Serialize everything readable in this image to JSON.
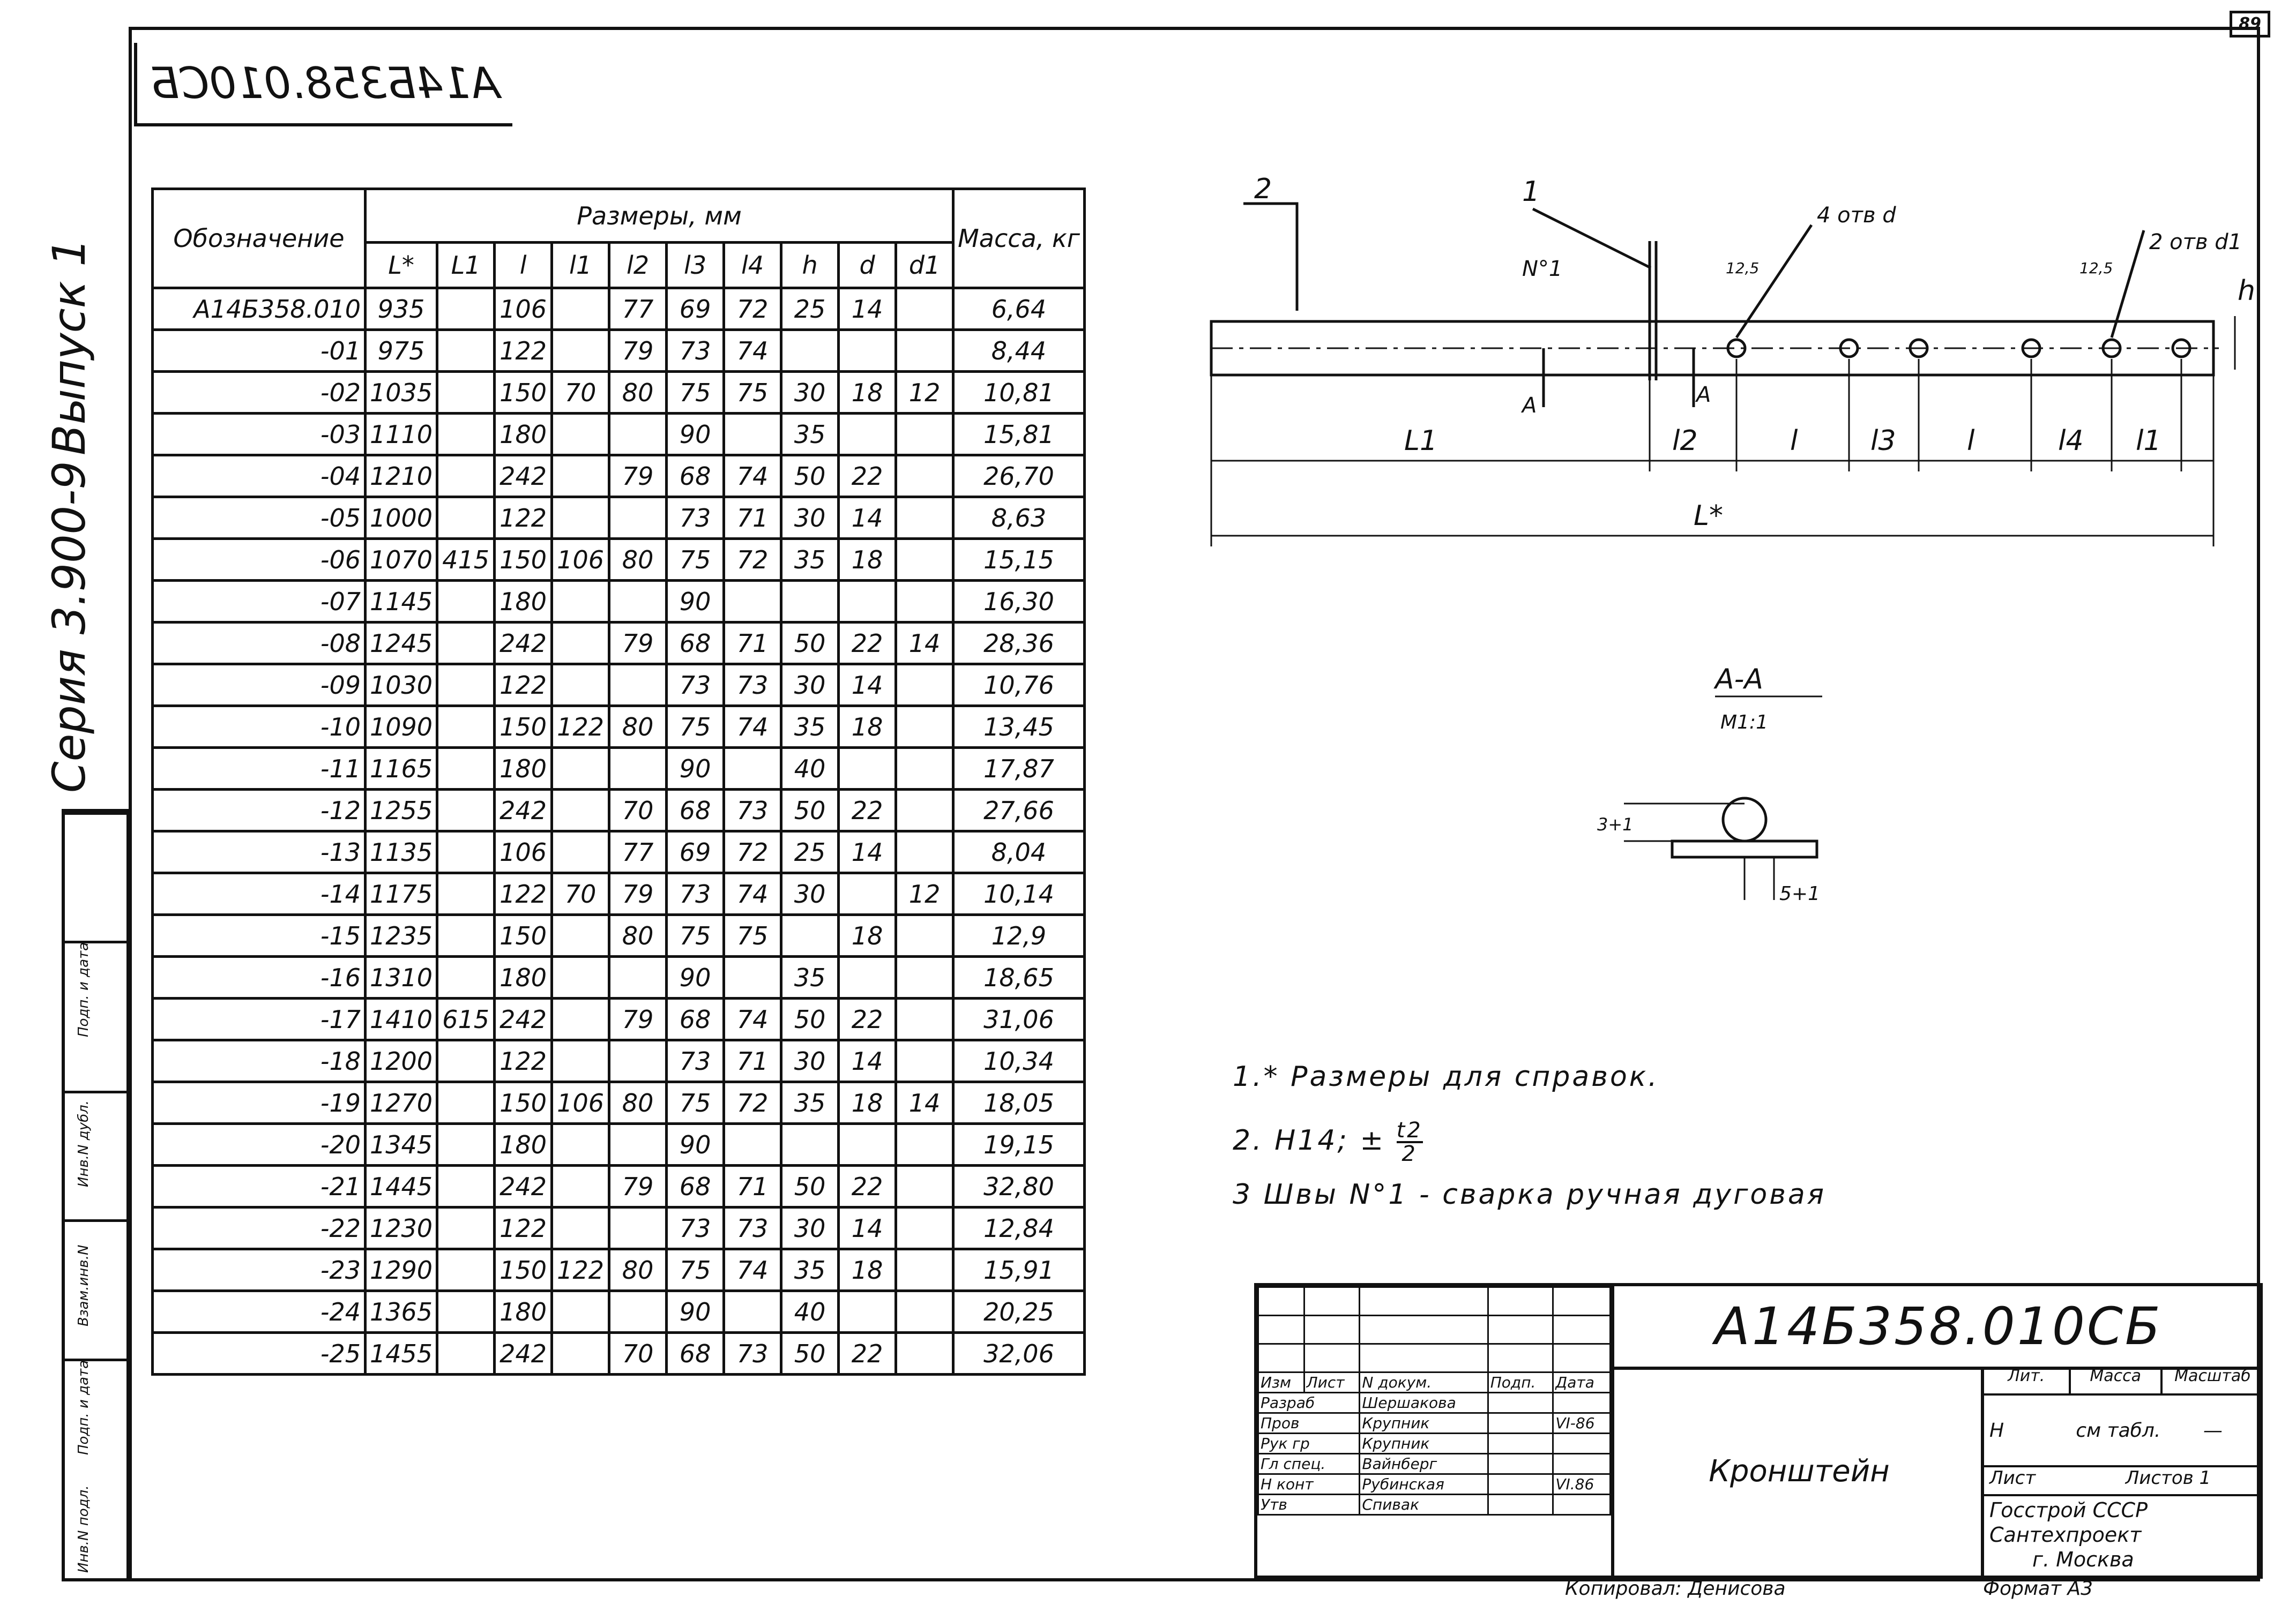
{
  "page_number": "89",
  "doc_code": "А14Б358.010СБ",
  "side_text": [
    "Серия 3.900-9",
    "Выпуск 1"
  ],
  "left_strip_labels": [
    "Инв.N подл.",
    "Подп. и дата",
    "Взам.инв.N",
    "Инв.N дубл.",
    "Подп. и дата"
  ],
  "table": {
    "header_designation": "Обозначение",
    "header_dims": "Размеры, мм",
    "header_mass": "Масса, кг",
    "sub_headers": [
      "L*",
      "L1",
      "l",
      "l1",
      "l2",
      "l3",
      "l4",
      "h",
      "d",
      "d1"
    ],
    "rows": [
      {
        "des": "А14Б358.010",
        "L": "935",
        "L1": "",
        "l": "106",
        "l1": "",
        "l2": "77",
        "l3": "69",
        "l4": "72",
        "h": "25",
        "d": "14",
        "d1": "",
        "m": "6,64"
      },
      {
        "des": "-01",
        "L": "975",
        "L1": "",
        "l": "122",
        "l1": "",
        "l2": "79",
        "l3": "73",
        "l4": "74",
        "h": "",
        "d": "",
        "d1": "",
        "m": "8,44"
      },
      {
        "des": "-02",
        "L": "1035",
        "L1": "",
        "l": "150",
        "l1": "70",
        "l2": "80",
        "l3": "75",
        "l4": "75",
        "h": "30",
        "d": "18",
        "d1": "12",
        "m": "10,81"
      },
      {
        "des": "-03",
        "L": "1110",
        "L1": "",
        "l": "180",
        "l1": "",
        "l2": "",
        "l3": "90",
        "l4": "",
        "h": "35",
        "d": "",
        "d1": "",
        "m": "15,81"
      },
      {
        "des": "-04",
        "L": "1210",
        "L1": "",
        "l": "242",
        "l1": "",
        "l2": "79",
        "l3": "68",
        "l4": "74",
        "h": "50",
        "d": "22",
        "d1": "",
        "m": "26,70"
      },
      {
        "des": "-05",
        "L": "1000",
        "L1": "",
        "l": "122",
        "l1": "",
        "l2": "",
        "l3": "73",
        "l4": "71",
        "h": "30",
        "d": "14",
        "d1": "",
        "m": "8,63"
      },
      {
        "des": "-06",
        "L": "1070",
        "L1": "415",
        "l": "150",
        "l1": "106",
        "l2": "80",
        "l3": "75",
        "l4": "72",
        "h": "35",
        "d": "18",
        "d1": "",
        "m": "15,15"
      },
      {
        "des": "-07",
        "L": "1145",
        "L1": "",
        "l": "180",
        "l1": "",
        "l2": "",
        "l3": "90",
        "l4": "",
        "h": "",
        "d": "",
        "d1": "",
        "m": "16,30"
      },
      {
        "des": "-08",
        "L": "1245",
        "L1": "",
        "l": "242",
        "l1": "",
        "l2": "79",
        "l3": "68",
        "l4": "71",
        "h": "50",
        "d": "22",
        "d1": "14",
        "m": "28,36"
      },
      {
        "des": "-09",
        "L": "1030",
        "L1": "",
        "l": "122",
        "l1": "",
        "l2": "",
        "l3": "73",
        "l4": "73",
        "h": "30",
        "d": "14",
        "d1": "",
        "m": "10,76"
      },
      {
        "des": "-10",
        "L": "1090",
        "L1": "",
        "l": "150",
        "l1": "122",
        "l2": "80",
        "l3": "75",
        "l4": "74",
        "h": "35",
        "d": "18",
        "d1": "",
        "m": "13,45"
      },
      {
        "des": "-11",
        "L": "1165",
        "L1": "",
        "l": "180",
        "l1": "",
        "l2": "",
        "l3": "90",
        "l4": "",
        "h": "40",
        "d": "",
        "d1": "",
        "m": "17,87"
      },
      {
        "des": "-12",
        "L": "1255",
        "L1": "",
        "l": "242",
        "l1": "",
        "l2": "70",
        "l3": "68",
        "l4": "73",
        "h": "50",
        "d": "22",
        "d1": "",
        "m": "27,66"
      },
      {
        "des": "-13",
        "L": "1135",
        "L1": "",
        "l": "106",
        "l1": "",
        "l2": "77",
        "l3": "69",
        "l4": "72",
        "h": "25",
        "d": "14",
        "d1": "",
        "m": "8,04"
      },
      {
        "des": "-14",
        "L": "1175",
        "L1": "",
        "l": "122",
        "l1": "70",
        "l2": "79",
        "l3": "73",
        "l4": "74",
        "h": "30",
        "d": "",
        "d1": "12",
        "m": "10,14"
      },
      {
        "des": "-15",
        "L": "1235",
        "L1": "",
        "l": "150",
        "l1": "",
        "l2": "80",
        "l3": "75",
        "l4": "75",
        "h": "",
        "d": "18",
        "d1": "",
        "m": "12,9"
      },
      {
        "des": "-16",
        "L": "1310",
        "L1": "",
        "l": "180",
        "l1": "",
        "l2": "",
        "l3": "90",
        "l4": "",
        "h": "35",
        "d": "",
        "d1": "",
        "m": "18,65"
      },
      {
        "des": "-17",
        "L": "1410",
        "L1": "615",
        "l": "242",
        "l1": "",
        "l2": "79",
        "l3": "68",
        "l4": "74",
        "h": "50",
        "d": "22",
        "d1": "",
        "m": "31,06"
      },
      {
        "des": "-18",
        "L": "1200",
        "L1": "",
        "l": "122",
        "l1": "",
        "l2": "",
        "l3": "73",
        "l4": "71",
        "h": "30",
        "d": "14",
        "d1": "",
        "m": "10,34"
      },
      {
        "des": "-19",
        "L": "1270",
        "L1": "",
        "l": "150",
        "l1": "106",
        "l2": "80",
        "l3": "75",
        "l4": "72",
        "h": "35",
        "d": "18",
        "d1": "14",
        "m": "18,05"
      },
      {
        "des": "-20",
        "L": "1345",
        "L1": "",
        "l": "180",
        "l1": "",
        "l2": "",
        "l3": "90",
        "l4": "",
        "h": "",
        "d": "",
        "d1": "",
        "m": "19,15"
      },
      {
        "des": "-21",
        "L": "1445",
        "L1": "",
        "l": "242",
        "l1": "",
        "l2": "79",
        "l3": "68",
        "l4": "71",
        "h": "50",
        "d": "22",
        "d1": "",
        "m": "32,80"
      },
      {
        "des": "-22",
        "L": "1230",
        "L1": "",
        "l": "122",
        "l1": "",
        "l2": "",
        "l3": "73",
        "l4": "73",
        "h": "30",
        "d": "14",
        "d1": "",
        "m": "12,84"
      },
      {
        "des": "-23",
        "L": "1290",
        "L1": "",
        "l": "150",
        "l1": "122",
        "l2": "80",
        "l3": "75",
        "l4": "74",
        "h": "35",
        "d": "18",
        "d1": "",
        "m": "15,91"
      },
      {
        "des": "-24",
        "L": "1365",
        "L1": "",
        "l": "180",
        "l1": "",
        "l2": "",
        "l3": "90",
        "l4": "",
        "h": "40",
        "d": "",
        "d1": "",
        "m": "20,25"
      },
      {
        "des": "-25",
        "L": "1455",
        "L1": "",
        "l": "242",
        "l1": "",
        "l2": "70",
        "l3": "68",
        "l4": "73",
        "h": "50",
        "d": "22",
        "d1": "",
        "m": "32,06"
      }
    ]
  },
  "drawing": {
    "labels": [
      "2",
      "1",
      "N°1",
      "4 отв d",
      "2 отв d1",
      "12,5",
      "12,5",
      "h",
      "A",
      "A",
      "L1",
      "l2",
      "l",
      "l3",
      "l",
      "l4",
      "l1",
      "L*"
    ],
    "section_title": "А-А",
    "section_scale": "М1:1",
    "section_dim_v": "3+1",
    "section_dim_h": "5+1"
  },
  "notes": {
    "n1": "1.* Размеры для справок.",
    "n2_prefix": "2. H14; ±",
    "n2_num": "t2",
    "n2_den": "2",
    "n3": "3  Швы N°1 - сварка ручная дуговая"
  },
  "title_block": {
    "code": "А14Б358.010СБ",
    "name": "Кронштейн",
    "col_headers": [
      "Изм",
      "Лист",
      "N докум.",
      "Подп.",
      "Дата"
    ],
    "roles": [
      {
        "role": "Разраб",
        "name": "Шершакова",
        "date": ""
      },
      {
        "role": "Пров",
        "name": "Крупник",
        "date": "VI-86"
      },
      {
        "role": "Рук гр",
        "name": "Крупник",
        "date": ""
      },
      {
        "role": "Гл спец.",
        "name": "Вайнберг",
        "date": ""
      },
      {
        "role": "Н конт",
        "name": "Рубинская",
        "date": "VI.86"
      },
      {
        "role": "Утв",
        "name": "Спивак",
        "date": ""
      }
    ],
    "lit_header": "Лит.",
    "mass_header": "Масса",
    "scale_header": "Масштаб",
    "lit_value": "Н",
    "mass_value": "см табл.",
    "scale_value": "—",
    "sheet_label": "Лист",
    "sheets_label": "Листов 1",
    "org_lines": [
      "Госстрой СССР",
      "Сантехпроект",
      "г. Москва"
    ],
    "copied": "Копировал: Денисова",
    "format": "Формат А3"
  }
}
